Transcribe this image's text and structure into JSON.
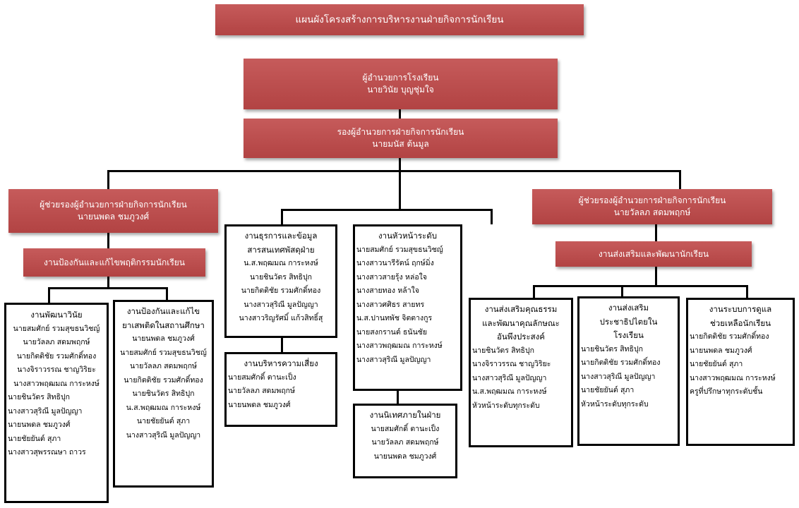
{
  "title": "แผนผังโครงสร้างการบริหารงานฝ่ายกิจการนักเรียน",
  "director": {
    "lines": [
      "ผู้อำนวยการโรงเรียน",
      "นายวินัย บุญชุ่มใจ"
    ]
  },
  "deputy": {
    "lines": [
      "รองผู้อำนวยการฝ่ายกิจการนักเรียน",
      "นายมนัส ต้นมูล"
    ]
  },
  "assistant_left": {
    "lines": [
      "ผู้ช่วยรองผู้อำนวยการฝ่ายกิจการนักเรียน",
      "นายนพดล ชมภูวงศ์"
    ]
  },
  "assistant_right": {
    "lines": [
      "ผู้ช่วยรองผู้อำนวยการฝ่ายกิจการนักเรียน",
      "นายวัลลภ สดมพฤกษ์"
    ]
  },
  "section_left": "งานป้องกันและแก้ไขพฤติกรรมนักเรียน",
  "section_right": "งานส่งเสริมและพัฒนานักเรียน",
  "discipline": {
    "title": [
      "งานพัฒนาวินัย"
    ],
    "members": [
      "นายสมศักย์ รวมสุขธนวิชญ์",
      "นายวัลลภ สดมพฤกษ์",
      "นายกิตติชัย รวมศักดิ์ทอง",
      "นางจิราวรรณ ชาญวิริยะ",
      "นางสาวพฤฒมณ การะหงษ์",
      "นายชินวัตร สิทธิปุก",
      "นางสาวสุริณี มูลปัญญา",
      "นายนพดล ชมภูวงศ์",
      "นายชัยยันต์ สุภา",
      "นางสาวสุพรรณษา ถาวร"
    ]
  },
  "drug": {
    "title": [
      "งานป้องกันและแก้ไข",
      "ยาเสพติดในสถานศึกษา"
    ],
    "members": [
      "นายนพดล  ชมภูวงศ์",
      "นายสมศักย์ รวมสุขธนวิชญ์",
      "นายวัลลภ สดมพฤกษ์",
      "นายกิตติชัย รวมศักดิ์ทอง",
      "นายชินวัตร สิทธิปุก",
      "น.ส.พฤฒมณ การะหงษ์",
      "นายชัยยันต์ สุภา",
      "นางสาวสุริณี มูลปัญญา"
    ]
  },
  "admin": {
    "title": [
      "งานธุรการและข้อมูล",
      "สารสนเทศพัสดุฝ่าย"
    ],
    "members": [
      "น.ส.พฤฒมณ การะหงษ์",
      "นายชินวัตร สิทธิปุก",
      "นายกิตติชัย รวมศักดิ์ทอง",
      "นางสาวสุริณี มูลปัญญา",
      "นางสาวริญรัศมิ์ แก้วสิทธิ์สุ"
    ]
  },
  "risk": {
    "title": [
      "งานบริหารความเสี่ยง"
    ],
    "members": [
      "นายสมศักดิ์ ตานะเป็ง",
      "นายวัลลภ สดมพฤกษ์",
      "นายนพดล ชมภูวงศ์"
    ]
  },
  "heads": {
    "title": [
      "งานหัวหน้าระดับ"
    ],
    "members": [
      "นายสมศักย์ รวมสุขธนวิชญ์",
      "นางสาวนารีรัตน์ ฤกษ์มิ่ง",
      "นางสาวสายรุ้ง หล่อใจ",
      "นางสายทอง หล้าใจ",
      "นางสาวศศิธร สายทร",
      "น.ส.ปานทพัช จิตตางกูร",
      "นายสงกรานต์ ธนันชัย",
      "นางสาวพฤฒมณ การะหงษ์",
      "นางสาวสุริณี มูลปัญญา"
    ]
  },
  "supervision": {
    "title": [
      "งานนิเทศภายในฝ่าย"
    ],
    "members": [
      "นายสมศักดิ์  ตานะเป็ง",
      "นายวัลลภ สดมพฤกษ์",
      "นายนพดล ชมภูวงศ์"
    ]
  },
  "virtue": {
    "title": [
      "งานส่งเสริมคุณธรรม",
      "และพัฒนาคุณลักษณะ",
      "อันพึงประสงค์"
    ],
    "members": [
      "นายชินวัตร สิทธิปุก",
      "นางจิราวรรณ ชาญวิริยะ",
      "นางสาวสุริณี มูลปัญญา",
      "น.ส.พฤฒมณ การะหงษ์",
      "หัวหน้าระดับทุกระดับ"
    ]
  },
  "democracy": {
    "title": [
      "งานส่งเสริม",
      "ประชาธิปไตยใน",
      "โรงเรียน"
    ],
    "members": [
      "นายชินวัตร สิทธิปุก",
      "นายกิตติชัย รวมศักดิ์ทอง",
      "นางสาวสุริณี มูลปัญญา",
      "นายชัยยันต์ สุภา",
      "หัวหน้าระดับทุกระดับ"
    ]
  },
  "care": {
    "title": [
      "งานระบบการดูแล",
      "ช่วยเหลือนักเรียน"
    ],
    "members": [
      "นายกิตติชัย รวมศักดิ์ทอง",
      "นายนพดล ชมภูวงศ์",
      "นายชัยยันต์ สุภา",
      "นางสาวพฤฒมณ การะหงษ์",
      "ครูที่ปรึกษาทุกระดับชั้น"
    ]
  }
}
